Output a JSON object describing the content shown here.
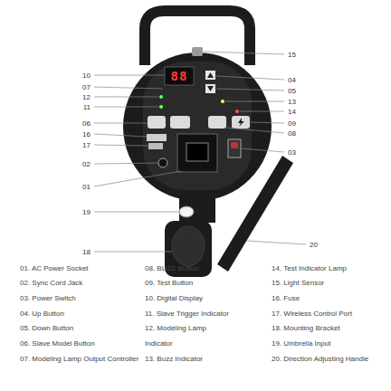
{
  "diagram": {
    "labels": [
      "15",
      "10",
      "88",
      "04",
      "07",
      "05",
      "12",
      "13",
      "11",
      "14",
      "06",
      "09",
      "16",
      "08",
      "17",
      "02",
      "03",
      "01",
      "19",
      "20",
      "18",
      "01. AC Power Socket",
      "02. Sync Cord Jack",
      "03. Power Switch",
      "04. Up Button",
      "05. Down Button",
      "06. Slave Model Button",
      "07. Modeling Lamp Output Controller",
      "08. BUZZ Button",
      "09. Test Button",
      "10. Digital Display",
      "11. Slave Trigger Indicator",
      "12. Modeling Lamp Indicator",
      "13. Buzz Indicator",
      "14. Test Indicator Lamp",
      "15. Light Sensor",
      "16. Fuse",
      "17. Wireless Control Port",
      "18. Mounting Bracket",
      "19. Umbrella Input",
      "20. Direction Adjusting Handle"
    ]
  }
}
